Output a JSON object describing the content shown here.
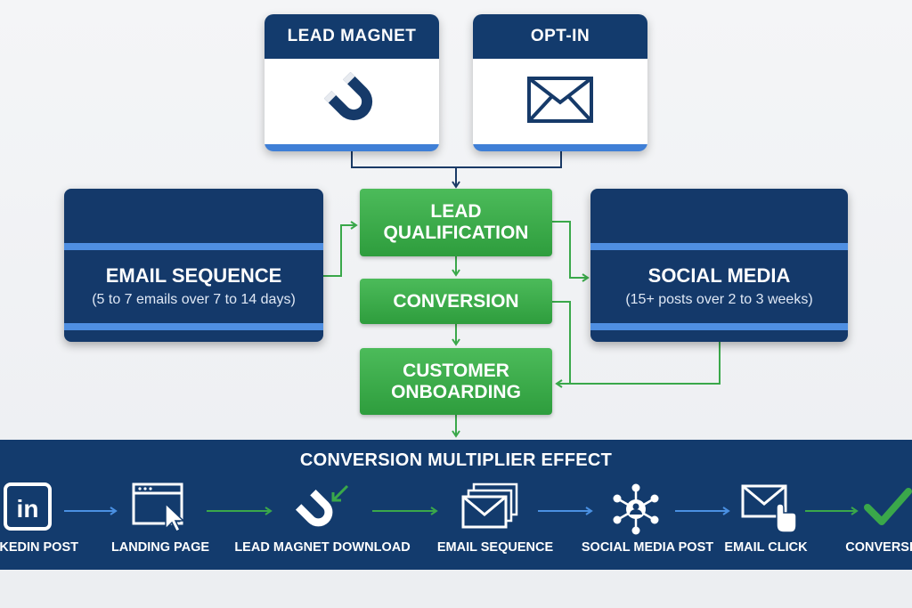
{
  "cards": {
    "lead_magnet": {
      "title": "LEAD MAGNET",
      "icon": "magnet-icon"
    },
    "opt_in": {
      "title": "OPT-IN",
      "icon": "envelope-icon"
    }
  },
  "panels": {
    "email_sequence": {
      "title": "EMAIL SEQUENCE",
      "subtitle": "(5 to 7 emails over 7 to 14 days)"
    },
    "social_media": {
      "title": "SOCIAL MEDIA",
      "subtitle": "(15+ posts over 2 to 3 weeks)"
    }
  },
  "flow": {
    "qualification": [
      "LEAD",
      "QUALIFICATION"
    ],
    "conversion": [
      "CONVERSION"
    ],
    "onboarding": [
      "CUSTOMER",
      "ONBOARDING"
    ]
  },
  "banner": {
    "title": "CONVERSION MULTIPLIER EFFECT",
    "steps": [
      {
        "label": "LINKEDIN POST",
        "icon": "linkedin-icon"
      },
      {
        "label": "LANDING PAGE",
        "icon": "browser-cursor-icon"
      },
      {
        "label": "LEAD MAGNET DOWNLOAD",
        "icon": "magnet-download-icon"
      },
      {
        "label": "EMAIL SEQUENCE",
        "icon": "stacked-envelopes-icon"
      },
      {
        "label": "SOCIAL MEDIA POST",
        "icon": "network-icon"
      },
      {
        "label": "EMAIL CLICK",
        "icon": "envelope-click-icon"
      },
      {
        "label": "CONVERSION",
        "icon": "checkmark-icon"
      }
    ],
    "arrows": [
      "blue",
      "green",
      "green",
      "blue",
      "blue",
      "green"
    ]
  },
  "colors": {
    "navy": "#133b6d",
    "accent_blue": "#3f7fd6",
    "green": "#2e9d3d",
    "connector_green": "#3aa84a",
    "connector_navy": "#1a3a66",
    "arrow_blue": "#4a90e2"
  }
}
